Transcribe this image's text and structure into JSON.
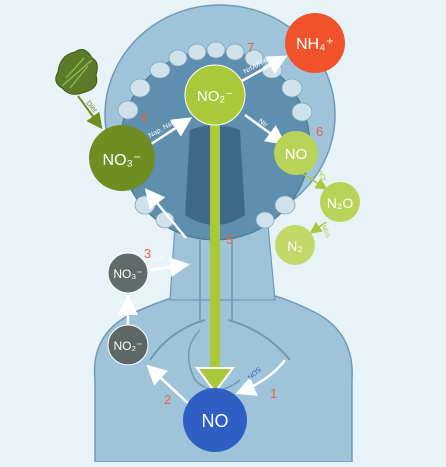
{
  "colors": {
    "background": "#e8f3f8",
    "body_fill": "#9fc4d9",
    "body_stroke": "#6f9ab5",
    "nh4": "#f0532b",
    "no2_main": "#a9c83a",
    "no3_big": "#6e8e22",
    "no_green": "#b8d357",
    "n2o": "#b8d357",
    "n2": "#c2d96a",
    "no3_small": "#616b6a",
    "no2_small": "#5c6766",
    "no_blue": "#2f5fc4",
    "step_number": "#e8633a",
    "arrow_white": "#ffffff",
    "arrow_green": "#a9c83a"
  },
  "molecules": {
    "nh4": "NH₄⁺",
    "no2_main": "NO₂⁻",
    "no3_big": "NO₃⁻",
    "no_green": "NO",
    "n2o": "N₂O",
    "n2": "N₂",
    "no3_small": "NO₃⁻",
    "no2_small": "NO₂⁻",
    "no_blue": "NO"
  },
  "enzyme_labels": {
    "nrf_nirb": "NrfA/NirB",
    "nap_nar": "Nap, Nap",
    "nir": "NIr",
    "nor": "NOr",
    "nos_n2o": "NOS",
    "sialin": "Sialin",
    "nos_blue": "NOS",
    "diet": "Diet"
  },
  "steps": [
    "1",
    "2",
    "3",
    "4",
    "5",
    "6",
    "7"
  ],
  "icons": {
    "lettuce": "lettuce-icon"
  }
}
